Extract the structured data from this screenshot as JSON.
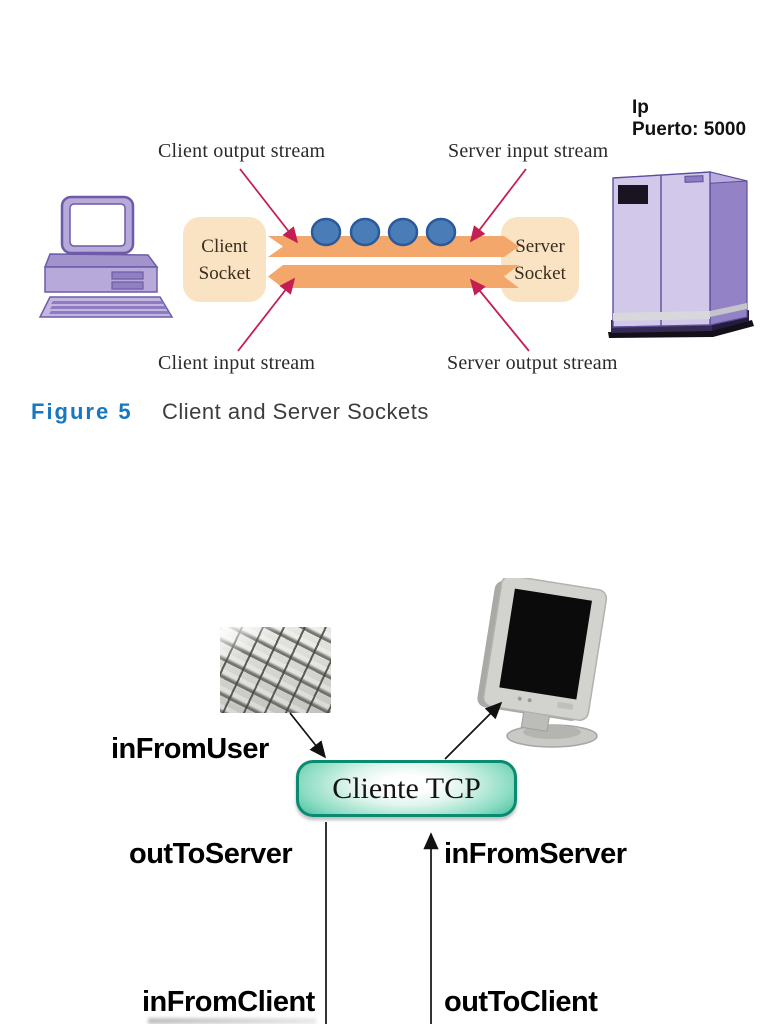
{
  "figure1": {
    "ip_line1": "Ip",
    "ip_line2": "Puerto: 5000",
    "labels": {
      "client_output": "Client output stream",
      "server_input": "Server input stream",
      "client_input": "Client input stream",
      "server_output": "Server output stream"
    },
    "client_socket": {
      "line1": "Client",
      "line2": "Socket"
    },
    "server_socket": {
      "line1": "Server",
      "line2": "Socket"
    },
    "caption": {
      "figure_label": "Figure 5",
      "title": "Client and Server Sockets"
    },
    "dot_count": 4,
    "colors": {
      "stream_arrow_orange": "#f3a76a",
      "socket_box_peach": "#fae3c2",
      "packet_dot_blue": "#4a7db8",
      "annotation_arrow_red": "#c41f52",
      "figure_label_blue": "#1778c0",
      "computer_purple": "#b7a9d9"
    }
  },
  "figure2": {
    "box_label": "Cliente TCP",
    "labels": {
      "in_from_user": "inFromUser",
      "out_to_server": "outToServer",
      "in_from_server": "inFromServer",
      "in_from_client": "inFromClient",
      "out_to_client": "outToClient"
    },
    "colors": {
      "box_border_teal": "#0a8a70",
      "box_fill_teal": "#35b795"
    }
  }
}
